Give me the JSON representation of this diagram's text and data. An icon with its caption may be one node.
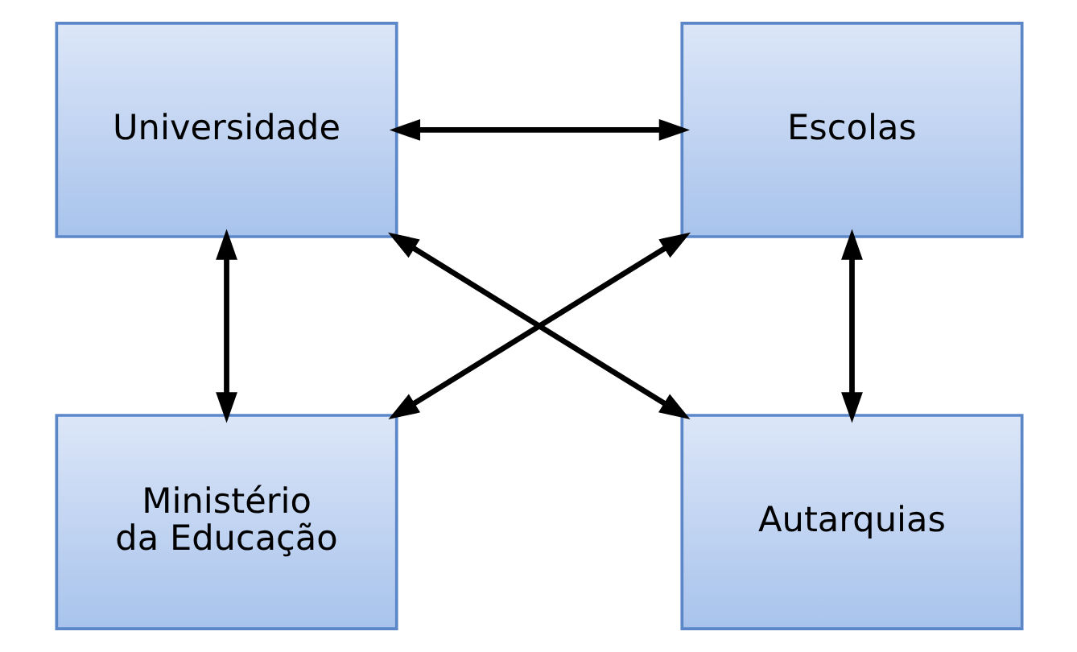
{
  "diagram": {
    "nodes": [
      {
        "text": [
          "Universidade"
        ]
      },
      {
        "text": [
          "Escolas"
        ]
      },
      {
        "text": [
          "Ministério da Educação"
        ]
      },
      {
        "text": [
          "Autarquias"
        ]
      }
    ],
    "edges": [
      {
        "from": 0,
        "to": 1,
        "arrow": "both"
      },
      {
        "from": 0,
        "to": 2,
        "arrow": "both"
      },
      {
        "from": 1,
        "to": 3,
        "arrow": "both"
      },
      {
        "from": 0,
        "to": 3,
        "arrow": "both"
      },
      {
        "from": 1,
        "to": 2,
        "arrow": "both"
      }
    ]
  }
}
